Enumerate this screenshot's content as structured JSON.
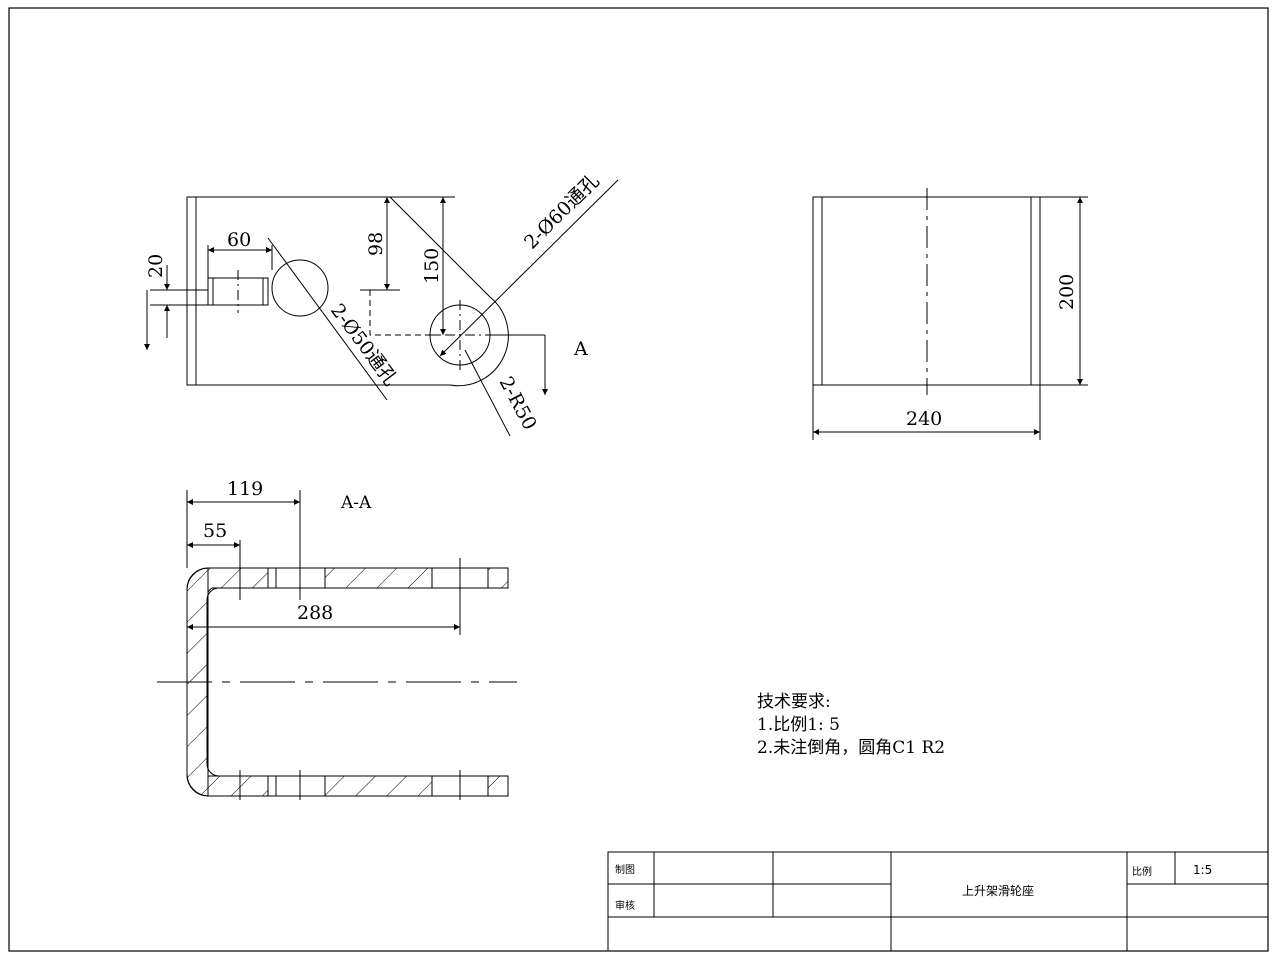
{
  "front_view": {
    "dim_60": "60",
    "dim_20": "20",
    "dim_98": "98",
    "dim_150": "150",
    "hole_60_label": "2-Ø60通孔",
    "hole_50_label": "2-Ø50通孔",
    "radius_label": "2-R50",
    "section_mark": "A"
  },
  "side_view": {
    "dim_200": "200",
    "dim_240": "240"
  },
  "section_view": {
    "title": "A-A",
    "dim_119": "119",
    "dim_55": "55",
    "dim_288": "288"
  },
  "notes": {
    "heading": "技术要求:",
    "line1": "1.比例1: 5",
    "line2": "2.未注倒角，圆角C1 R2"
  },
  "title_block": {
    "drawn_label": "制图",
    "checked_label": "审核",
    "part_name": "上升架滑轮座",
    "scale_label": "比例",
    "scale_value": "1:5"
  }
}
